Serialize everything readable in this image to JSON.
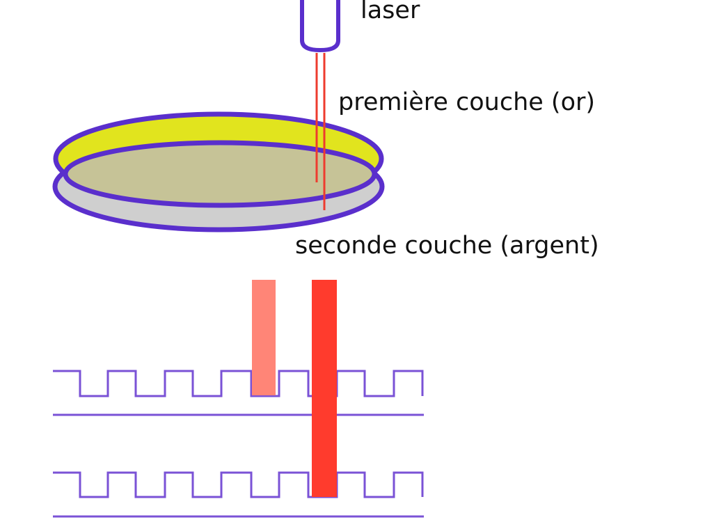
{
  "labels": {
    "laser": "laser",
    "first_layer": "première couche (or)",
    "second_layer": "seconde couche (argent)"
  },
  "colors": {
    "outline": "#5a2fcc",
    "gold_layer": "#e1e41e",
    "gold_inner": "#c6c397",
    "silver_layer": "#cfcfcf",
    "beam": "#ee3b2e",
    "beam_weak": "#ff8577",
    "beam_strong": "#ff3b2d",
    "track": "#7a52d6"
  },
  "icons": {
    "laser": "laser-emitter-icon",
    "disc": "two-layer-disc-icon"
  }
}
